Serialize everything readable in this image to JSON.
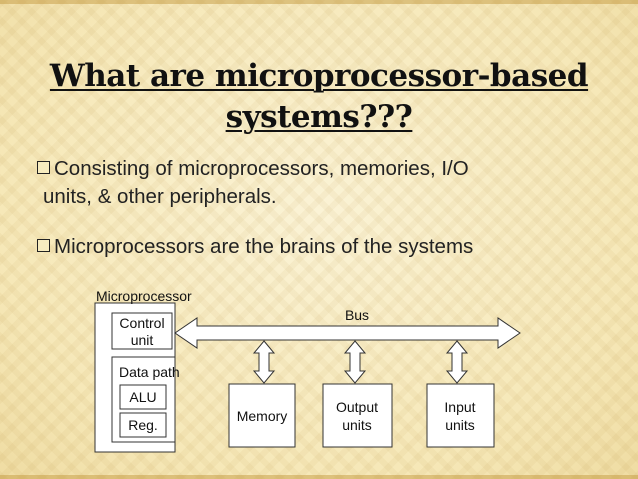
{
  "title": {
    "line1": "What are microprocessor-based",
    "line2": "systems???"
  },
  "bullets": [
    {
      "line1": "Consisting of microprocessors, memories, I/O",
      "line2": "units, & other peripherals."
    },
    {
      "line1": "Microprocessors are the brains of the systems"
    }
  ],
  "diagram": {
    "microprocessor_label": "Microprocessor",
    "control_unit": [
      "Control",
      "unit"
    ],
    "data_path_label": "Data path",
    "alu_label": "ALU",
    "reg_label": "Reg.",
    "bus_label": "Bus",
    "memory_label": "Memory",
    "output_units": [
      "Output",
      "units"
    ],
    "input_units": [
      "Input",
      "units"
    ]
  },
  "colors": {
    "background": "#f7ecbf",
    "text": "#111111",
    "bullet_text": "#222222"
  }
}
